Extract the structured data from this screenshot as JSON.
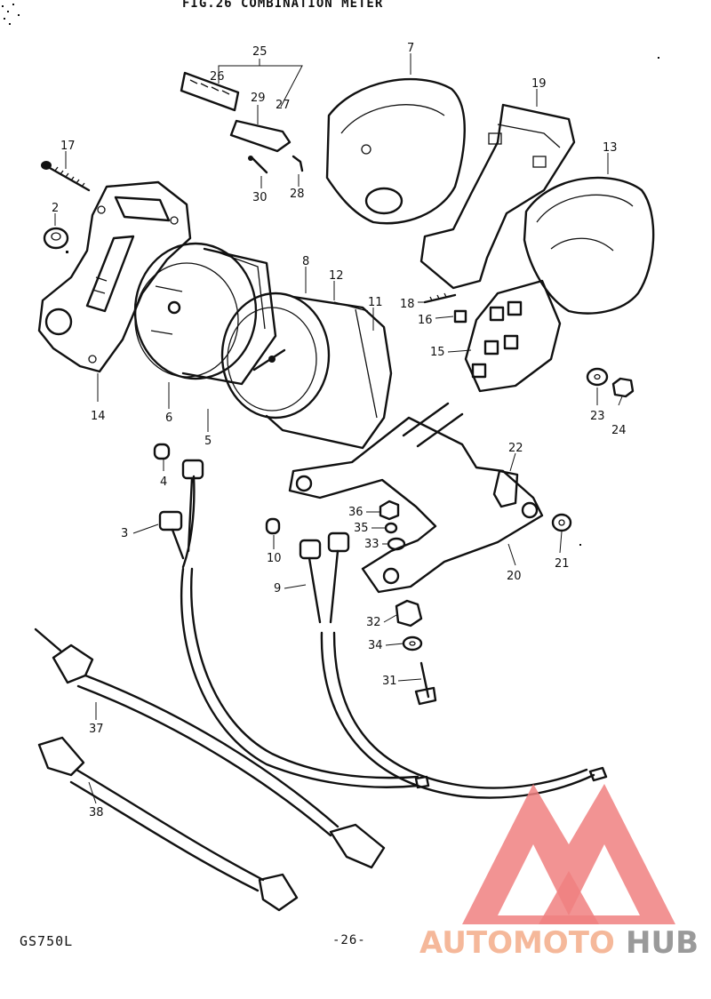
{
  "figure": {
    "title": "FIG.26  COMBINATION METER",
    "model": "GS750L",
    "page": "-26-"
  },
  "watermark": {
    "text_a": "AUTOMOTO",
    "text_b": "HUB",
    "color_a": "#f5b89a",
    "color_b": "#9a9a9a",
    "mark_color": "#f08080"
  },
  "callouts": [
    "2",
    "3",
    "4",
    "5",
    "6",
    "7",
    "8",
    "9",
    "10",
    "11",
    "12",
    "13",
    "14",
    "15",
    "16",
    "17",
    "18",
    "19",
    "20",
    "21",
    "22",
    "23",
    "24",
    "25",
    "26",
    "27",
    "28",
    "29",
    "30",
    "31",
    "32",
    "33",
    "34",
    "35",
    "36",
    "37",
    "38"
  ]
}
